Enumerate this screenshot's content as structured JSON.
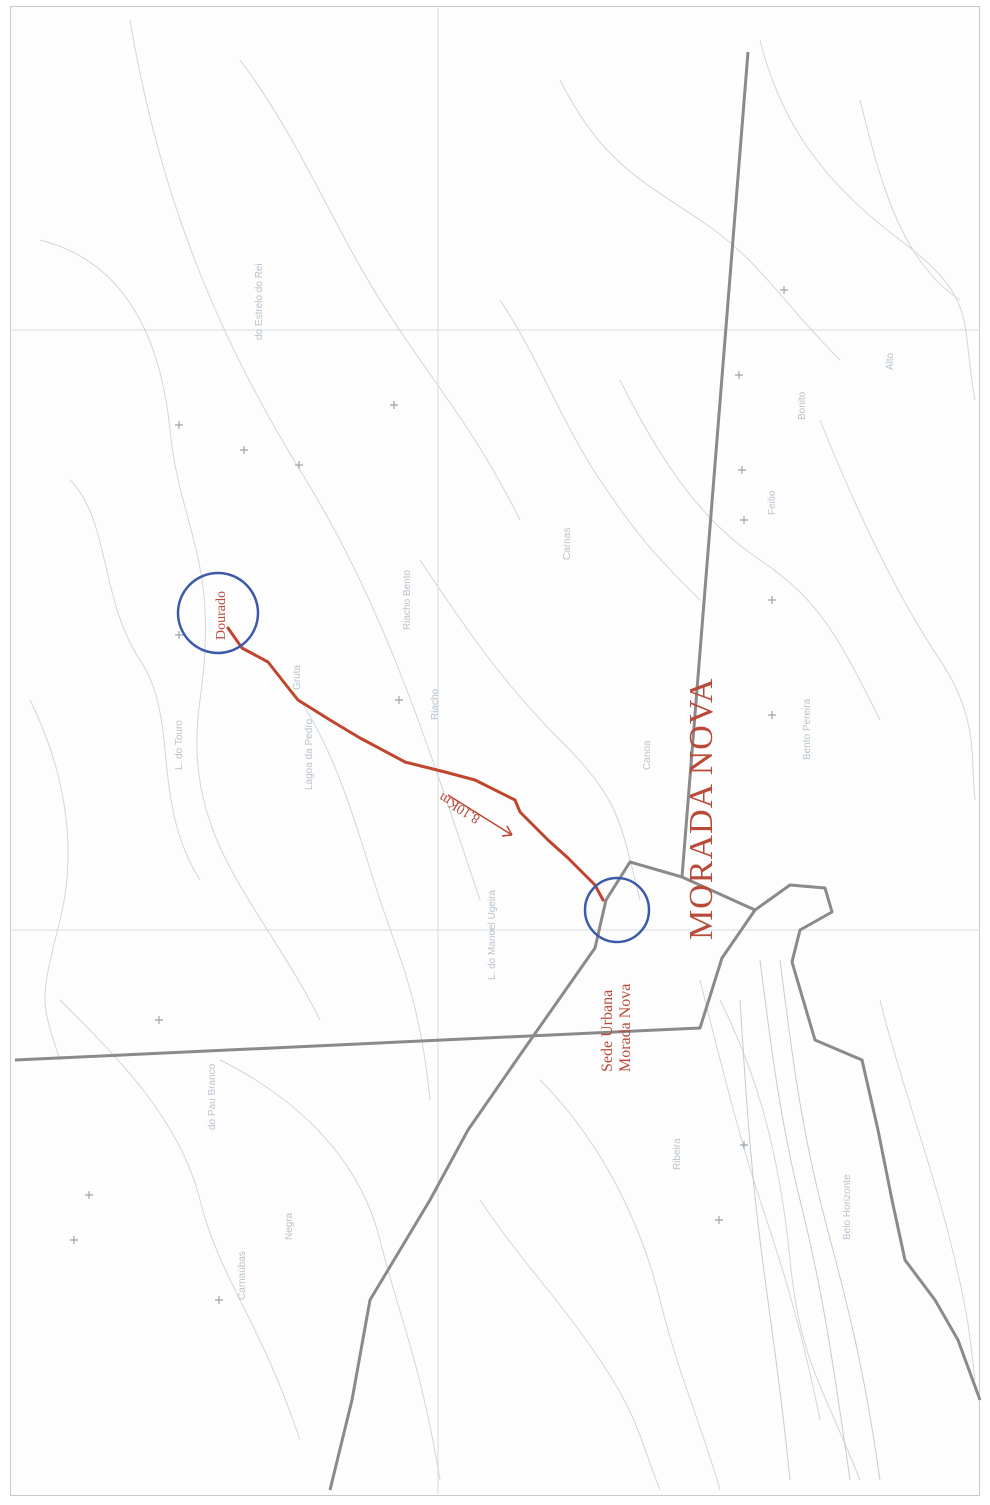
{
  "map": {
    "town_name": "MORADA NOVA",
    "places": {
      "dourado": "Dourado",
      "sede_line1": "Sede Urbana",
      "sede_line2": "Morada Nova"
    },
    "route": {
      "distance_label": "8,10Km"
    },
    "faint_labels": {
      "lagoa_pedro": "Lagoa da Pedro",
      "l_touro": "L. do Touro",
      "riacho": "Riacho",
      "belo_horizonte": "Belo Horizonte",
      "bento_pereira": "Bento Pereira",
      "feitio": "Feitio",
      "carnas": "Carnas",
      "canoa": "Canoa",
      "gruta": "Gruta",
      "riacho_bento": "Riacho Bento",
      "lagoa_dos_manos": "L. do Manoel Ugeira",
      "pau_branco": "do Pau Branco",
      "carnaubas": "Carnaúbas",
      "negra": "Negra",
      "estrada": "do Estrelo do Rei",
      "ribeira": "Ribeira",
      "bonito": "Bonito",
      "alto": "Alto"
    },
    "colors": {
      "route": "#c0452f",
      "circles": "#3b5aa8",
      "roads": "#8a8a8a",
      "town_text": "#b84a3a",
      "contours": "#cfd6dd"
    },
    "icons": [
      "locality-marker-icon"
    ]
  }
}
